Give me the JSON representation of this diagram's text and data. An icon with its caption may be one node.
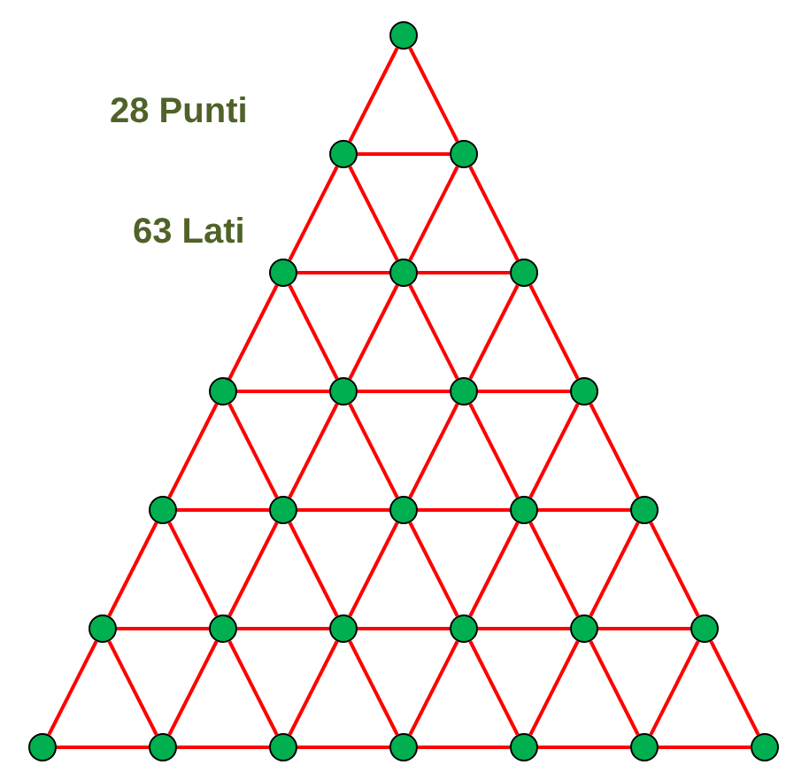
{
  "diagram": {
    "nodes": [
      {
        "text": [],
        "shape": "circle"
      },
      {
        "text": [],
        "shape": "circle"
      },
      {
        "text": [],
        "shape": "circle"
      },
      {
        "text": [],
        "shape": "circle"
      },
      {
        "text": [],
        "shape": "circle"
      },
      {
        "text": [],
        "shape": "circle"
      },
      {
        "text": [],
        "shape": "circle"
      },
      {
        "text": [],
        "shape": "circle"
      },
      {
        "text": [],
        "shape": "circle"
      },
      {
        "text": [],
        "shape": "circle"
      },
      {
        "text": [],
        "shape": "circle"
      },
      {
        "text": [],
        "shape": "circle"
      },
      {
        "text": [],
        "shape": "circle"
      },
      {
        "text": [],
        "shape": "circle"
      },
      {
        "text": [],
        "shape": "circle"
      },
      {
        "text": [],
        "shape": "circle"
      },
      {
        "text": [],
        "shape": "circle"
      },
      {
        "text": [],
        "shape": "circle"
      },
      {
        "text": [],
        "shape": "circle"
      },
      {
        "text": [],
        "shape": "circle"
      },
      {
        "text": [],
        "shape": "circle"
      },
      {
        "text": [],
        "shape": "circle"
      },
      {
        "text": [],
        "shape": "circle"
      },
      {
        "text": [],
        "shape": "circle"
      },
      {
        "text": [],
        "shape": "circle"
      },
      {
        "text": [],
        "shape": "circle"
      },
      {
        "text": [],
        "shape": "circle"
      },
      {
        "text": [],
        "shape": "circle"
      }
    ],
    "edges": [
      {
        "from": 0,
        "to": 1,
        "arrow": "none"
      },
      {
        "from": 0,
        "to": 2,
        "arrow": "none"
      },
      {
        "from": 1,
        "to": 2,
        "arrow": "none"
      },
      {
        "from": 1,
        "to": 3,
        "arrow": "none"
      },
      {
        "from": 1,
        "to": 4,
        "arrow": "none"
      },
      {
        "from": 2,
        "to": 4,
        "arrow": "none"
      },
      {
        "from": 2,
        "to": 5,
        "arrow": "none"
      },
      {
        "from": 3,
        "to": 4,
        "arrow": "none"
      },
      {
        "from": 4,
        "to": 5,
        "arrow": "none"
      },
      {
        "from": 3,
        "to": 6,
        "arrow": "none"
      },
      {
        "from": 3,
        "to": 7,
        "arrow": "none"
      },
      {
        "from": 4,
        "to": 7,
        "arrow": "none"
      },
      {
        "from": 4,
        "to": 8,
        "arrow": "none"
      },
      {
        "from": 5,
        "to": 8,
        "arrow": "none"
      },
      {
        "from": 5,
        "to": 9,
        "arrow": "none"
      },
      {
        "from": 6,
        "to": 7,
        "arrow": "none"
      },
      {
        "from": 7,
        "to": 8,
        "arrow": "none"
      },
      {
        "from": 8,
        "to": 9,
        "arrow": "none"
      },
      {
        "from": 6,
        "to": 10,
        "arrow": "none"
      },
      {
        "from": 6,
        "to": 11,
        "arrow": "none"
      },
      {
        "from": 7,
        "to": 11,
        "arrow": "none"
      },
      {
        "from": 7,
        "to": 12,
        "arrow": "none"
      },
      {
        "from": 8,
        "to": 12,
        "arrow": "none"
      },
      {
        "from": 8,
        "to": 13,
        "arrow": "none"
      },
      {
        "from": 9,
        "to": 13,
        "arrow": "none"
      },
      {
        "from": 9,
        "to": 14,
        "arrow": "none"
      },
      {
        "from": 10,
        "to": 11,
        "arrow": "none"
      },
      {
        "from": 11,
        "to": 12,
        "arrow": "none"
      },
      {
        "from": 12,
        "to": 13,
        "arrow": "none"
      },
      {
        "from": 13,
        "to": 14,
        "arrow": "none"
      },
      {
        "from": 10,
        "to": 15,
        "arrow": "none"
      },
      {
        "from": 10,
        "to": 16,
        "arrow": "none"
      },
      {
        "from": 11,
        "to": 16,
        "arrow": "none"
      },
      {
        "from": 11,
        "to": 17,
        "arrow": "none"
      },
      {
        "from": 12,
        "to": 17,
        "arrow": "none"
      },
      {
        "from": 12,
        "to": 18,
        "arrow": "none"
      },
      {
        "from": 13,
        "to": 18,
        "arrow": "none"
      },
      {
        "from": 13,
        "to": 19,
        "arrow": "none"
      },
      {
        "from": 14,
        "to": 19,
        "arrow": "none"
      },
      {
        "from": 14,
        "to": 20,
        "arrow": "none"
      },
      {
        "from": 15,
        "to": 16,
        "arrow": "none"
      },
      {
        "from": 16,
        "to": 17,
        "arrow": "none"
      },
      {
        "from": 17,
        "to": 18,
        "arrow": "none"
      },
      {
        "from": 18,
        "to": 19,
        "arrow": "none"
      },
      {
        "from": 19,
        "to": 20,
        "arrow": "none"
      },
      {
        "from": 15,
        "to": 21,
        "arrow": "none"
      },
      {
        "from": 15,
        "to": 22,
        "arrow": "none"
      },
      {
        "from": 16,
        "to": 22,
        "arrow": "none"
      },
      {
        "from": 16,
        "to": 23,
        "arrow": "none"
      },
      {
        "from": 17,
        "to": 23,
        "arrow": "none"
      },
      {
        "from": 17,
        "to": 24,
        "arrow": "none"
      },
      {
        "from": 18,
        "to": 24,
        "arrow": "none"
      },
      {
        "from": 18,
        "to": 25,
        "arrow": "none"
      },
      {
        "from": 19,
        "to": 25,
        "arrow": "none"
      },
      {
        "from": 19,
        "to": 26,
        "arrow": "none"
      },
      {
        "from": 20,
        "to": 26,
        "arrow": "none"
      },
      {
        "from": 20,
        "to": 27,
        "arrow": "none"
      },
      {
        "from": 21,
        "to": 22,
        "arrow": "none"
      },
      {
        "from": 22,
        "to": 23,
        "arrow": "none"
      },
      {
        "from": 23,
        "to": 24,
        "arrow": "none"
      },
      {
        "from": 24,
        "to": 25,
        "arrow": "none"
      },
      {
        "from": 25,
        "to": 26,
        "arrow": "none"
      },
      {
        "from": 26,
        "to": 27,
        "arrow": "none"
      }
    ],
    "labels": [
      "28 Punti",
      "63 Lati"
    ]
  }
}
